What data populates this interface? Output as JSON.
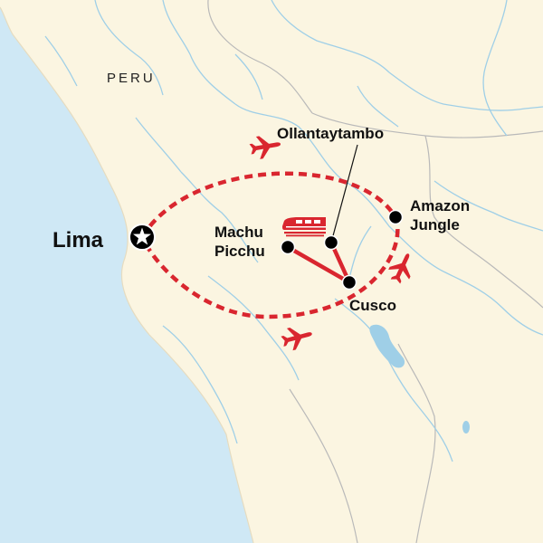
{
  "map": {
    "country_label": "PERU",
    "places": {
      "lima": "Lima",
      "machu_picchu_line1": "Machu",
      "machu_picchu_line2": "Picchu",
      "ollantaytambo": "Ollantaytambo",
      "amazon_line1": "Amazon",
      "amazon_line2": "Jungle",
      "cusco": "Cusco"
    },
    "colors": {
      "ocean": "#cfe8f5",
      "land": "#fbf5e1",
      "rivers": "#9fcfe7",
      "borders": "#b9b9b9",
      "route": "#d9262f",
      "marker": "#000000"
    },
    "icons": [
      "flight-icon",
      "train-icon",
      "start-star-icon",
      "city-marker-icon"
    ]
  }
}
